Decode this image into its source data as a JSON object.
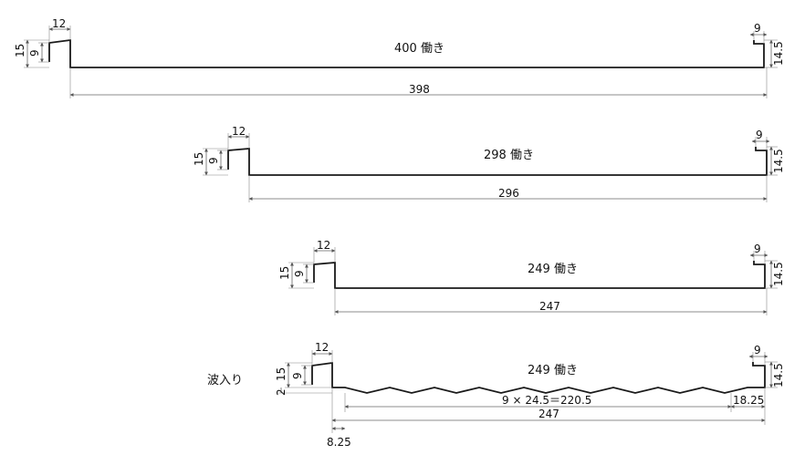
{
  "profiles": [
    {
      "work_label": "400 働き",
      "width_dim": "398",
      "hook_width": "12",
      "hook_inner": "9",
      "hook_outer": "15",
      "right_width": "9",
      "right_height": "14.5"
    },
    {
      "work_label": "298 働き",
      "width_dim": "296",
      "hook_width": "12",
      "hook_inner": "9",
      "hook_outer": "15",
      "right_width": "9",
      "right_height": "14.5"
    },
    {
      "work_label": "249 働き",
      "width_dim": "247",
      "hook_width": "12",
      "hook_inner": "9",
      "hook_outer": "15",
      "right_width": "9",
      "right_height": "14.5"
    },
    {
      "work_label": "249 働き",
      "width_dim": "247",
      "hook_width": "12",
      "hook_inner": "9",
      "hook_outer": "15",
      "right_width": "9",
      "right_height": "14.5",
      "variant_label": "波入り",
      "wave_depth": "2",
      "wave_pitch": "9 × 24.5＝220.5",
      "end_right": "18.25",
      "end_left": "8.25"
    }
  ]
}
